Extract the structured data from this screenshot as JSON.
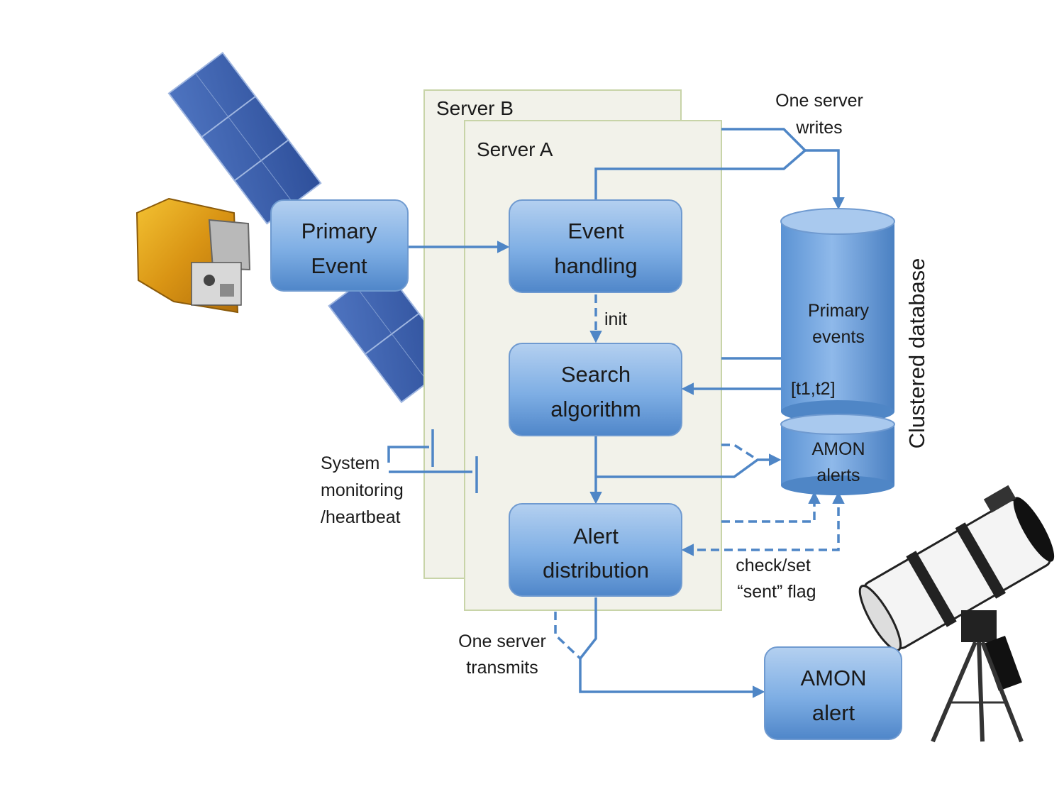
{
  "diagram": {
    "primary_event": [
      "Primary",
      "Event"
    ],
    "server_b": "Server B",
    "server_a": "Server A",
    "event_handling": [
      "Event",
      "handling"
    ],
    "search_algorithm": [
      "Search",
      "algorithm"
    ],
    "alert_distribution": [
      "Alert",
      "distribution"
    ],
    "amon_alert_box": [
      "AMON",
      "alert"
    ],
    "init_label": "init",
    "one_server_writes": [
      "One server",
      "writes"
    ],
    "one_server_transmits": [
      "One server",
      "transmits"
    ],
    "system_monitoring": [
      "System",
      "monitoring",
      "/heartbeat"
    ],
    "check_set_flag": [
      "check/set",
      "“sent” flag"
    ],
    "db_primary_events": [
      "Primary",
      "events"
    ],
    "db_interval": "[t1,t2]",
    "db_amon_alerts": [
      "AMON",
      "alerts"
    ],
    "clustered_database": "Clustered database"
  },
  "images": {
    "satellite": "satellite-illustration",
    "telescope": "telescope-illustration"
  },
  "colors": {
    "box_fill_top": "#a9c8ec",
    "box_fill_bottom": "#5b93d4",
    "connector": "#4f86c6",
    "server_panel": "#f2f2ea"
  }
}
